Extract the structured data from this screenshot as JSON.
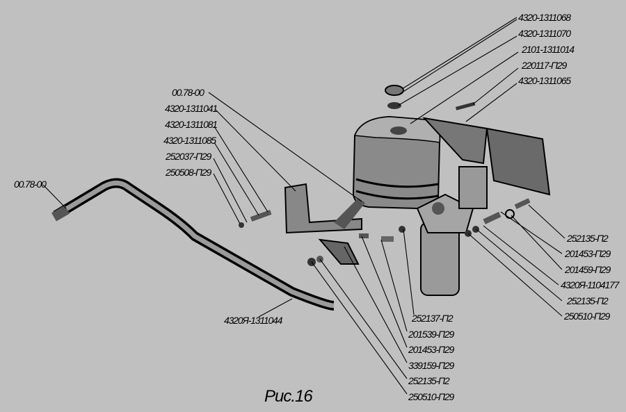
{
  "caption": "Рис.16",
  "labels": {
    "cap_1": "4320-1311068",
    "cap_2": "4320-1311070",
    "filler_neck": "2101-1311014",
    "screw_top": "220117-П29",
    "bracket_top": "4320-1311065",
    "hose_upper": "00.78-00",
    "bracket_left": "4320-1311041",
    "bolt_left_1": "4320-1311081",
    "bolt_left_2": "4320-1311085",
    "nut_left": "252037-П29",
    "washer_left": "250508-П29",
    "hose_left": "00.78-00",
    "pipe": "4320Я-1311044",
    "r1": "252135-П2",
    "r2": "201453-П29",
    "r3": "201459-П29",
    "r4": "4320Я-1104177",
    "r5": "252135-П2",
    "r6": "250510-П29",
    "b1": "252137-П2",
    "b2": "201539-П29",
    "b3": "201453-П29",
    "b4": "339159-П29",
    "b5": "252135-П2",
    "b6": "250510-П29"
  }
}
